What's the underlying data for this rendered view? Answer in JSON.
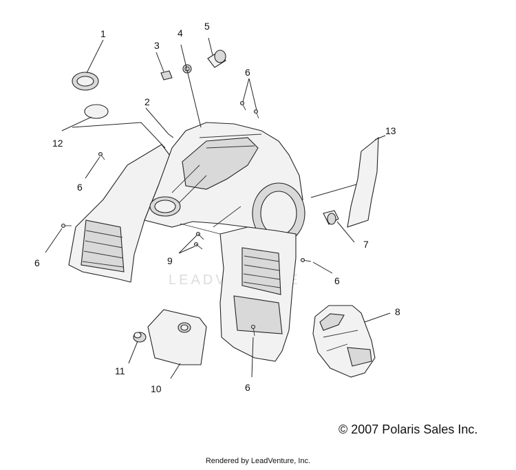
{
  "watermark": "LEADVENTURE",
  "callouts": [
    "1",
    "2",
    "3",
    "4",
    "5",
    "6",
    "6",
    "6",
    "6",
    "6",
    "7",
    "8",
    "9",
    "10",
    "11",
    "12",
    "13"
  ],
  "copyright": "© 2007 Polaris Sales Inc.",
  "rendered_by": "Rendered by LeadVenture, Inc."
}
